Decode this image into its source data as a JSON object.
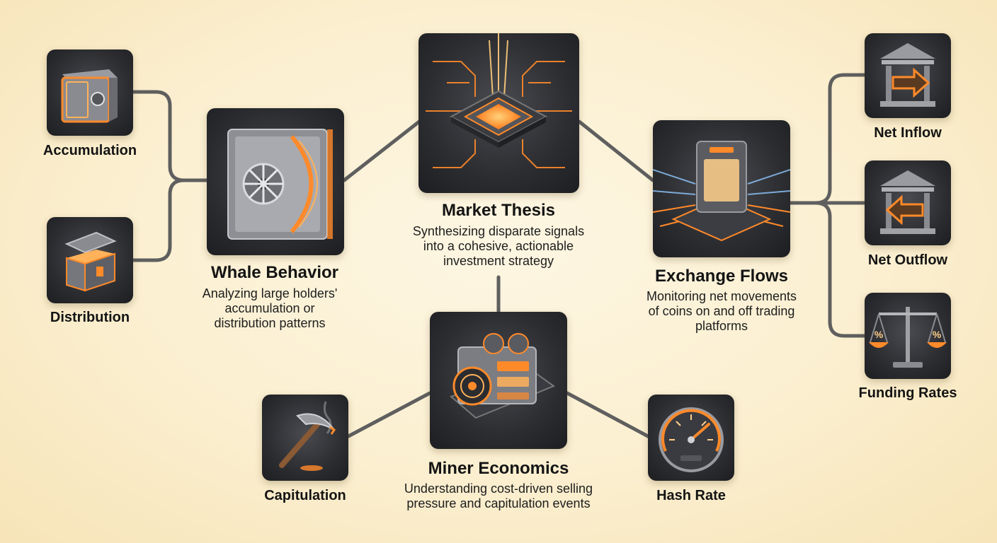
{
  "nodes": {
    "market_thesis": {
      "title": "Market Thesis",
      "description": [
        "Synthesizing disparate signals",
        "into a cohesive, actionable",
        "investment strategy"
      ]
    },
    "whale_behavior": {
      "title": "Whale Behavior",
      "description": [
        "Analyzing large holders'",
        "accumulation or",
        "distribution patterns"
      ]
    },
    "exchange_flows": {
      "title": "Exchange Flows",
      "description": [
        "Monitoring net movements",
        "of coins on and off trading",
        "platforms"
      ]
    },
    "miner_economics": {
      "title": "Miner Economics",
      "description": [
        "Understanding cost-driven selling",
        "pressure and capitulation events"
      ]
    },
    "accumulation": {
      "title": "Accumulation"
    },
    "distribution": {
      "title": "Distribution"
    },
    "net_inflow": {
      "title": "Net Inflow"
    },
    "net_outflow": {
      "title": "Net Outflow"
    },
    "funding_rates": {
      "title": "Funding Rates"
    },
    "capitulation": {
      "title": "Capitulation"
    },
    "hash_rate": {
      "title": "Hash Rate"
    }
  },
  "icons": {
    "market_thesis": "processor-chip-icon",
    "whale_behavior": "bank-vault-icon",
    "exchange_flows": "exchange-terminal-icon",
    "miner_economics": "mining-rig-icon",
    "accumulation": "safe-icon",
    "distribution": "open-chest-icon",
    "net_inflow": "bank-arrow-right-icon",
    "net_outflow": "bank-arrow-left-icon",
    "funding_rates": "balance-scale-icon",
    "capitulation": "pickaxe-icon",
    "hash_rate": "speedometer-icon"
  },
  "colors": {
    "accent_glow": "#ff8a2a",
    "connector": "#5f5f5f",
    "tile_dark": "#2c2d31",
    "background": "#fbefd0"
  }
}
